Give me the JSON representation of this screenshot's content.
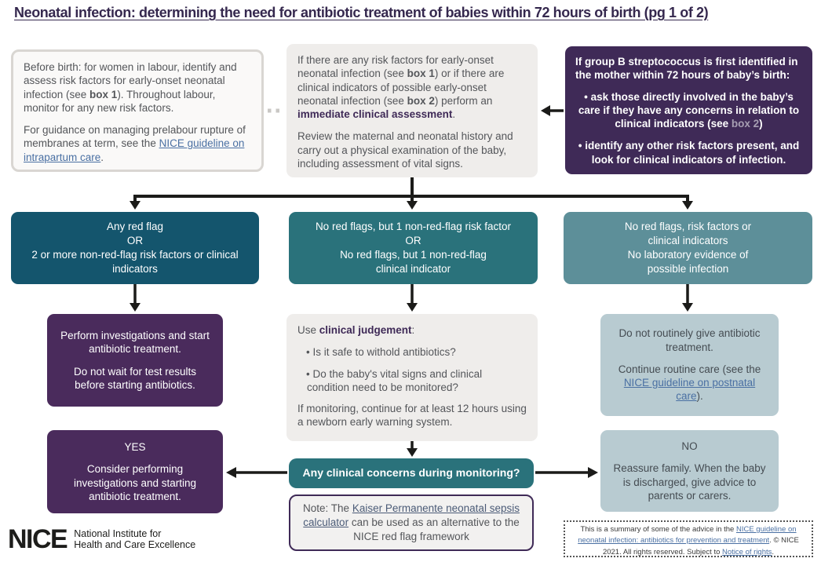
{
  "title": "Neonatal infection: determining the need for antibiotic treatment of babies within 72 hours of birth (pg 1 of 2)",
  "colors": {
    "title_purple": "#35284e",
    "dark_purple_box": "#3f2a57",
    "result_purple_box": "#4a2b5c",
    "dark_teal": "#14556d",
    "mid_teal": "#2a727b",
    "light_teal": "#5d8f99",
    "pale_blue": "#b8cbd1",
    "light_gray_box": "#efedeb",
    "link_blue": "#4a70a3",
    "arrow_black": "#1b1b19"
  },
  "boxes": {
    "before_birth": {
      "p1_pre": "Before birth: for women in labour, identify and assess risk factors for early-onset neonatal infection (see ",
      "p1_bold": "box 1",
      "p1_post": "). Throughout labour, monitor for any new risk factors.",
      "p2_pre": "For guidance on managing prelabour rupture of membranes at term, see the ",
      "p2_link": "NICE guideline on intrapartum care",
      "p2_post": "."
    },
    "assessment": {
      "p1_s1": "If there are any risk factors for early-onset neonatal infection (see ",
      "p1_b1": "box 1",
      "p1_s2": ") or if there are clinical indicators of possible early-onset neonatal infection (see ",
      "p1_b2": "box 2",
      "p1_s3": ") perform an ",
      "p1_accent": "immediate clinical assessment",
      "p1_s4": ".",
      "p2": "Review the maternal and neonatal history and carry out a physical examination of the baby, including assessment of vital signs."
    },
    "gbs": {
      "intro": "If group B streptococcus is first identified in the mother within 72 hours of baby’s birth:",
      "b1_pre": "• ask those directly involved in the baby’s care if they have any concerns in relation to clinical indicators (see ",
      "b1_muted": "box 2",
      "b1_post": ")",
      "b2": "• identify any other risk factors present, and look for clinical indicators of infection."
    },
    "red_flag": {
      "lines": [
        "Any red flag",
        "OR",
        "2 or more non-red-flag risk factors or clinical indicators"
      ]
    },
    "one_factor": {
      "lines": [
        "No red flags, but 1 non-red-flag risk factor",
        "OR",
        "No red flags, but 1 non-red-flag",
        "clinical indicator"
      ]
    },
    "no_flags": {
      "lines": [
        "No red flags, risk factors or",
        "clinical indicators",
        "No laboratory evidence of",
        "possible infection"
      ]
    },
    "perform": {
      "p1": "Perform investigations and start antibiotic treatment.",
      "p2": "Do not wait for test results before starting antibiotics."
    },
    "judgement": {
      "intro_pre": "Use ",
      "intro_accent": "clinical judgement",
      "intro_post": ":",
      "b1": "• Is it safe to withold antibiotics?",
      "b2": "• Do the baby's vital signs and clinical condition need to be monitored?",
      "p2": "If monitoring, continue for at least 12 hours using a newborn early warning system."
    },
    "routine": {
      "p1": "Do not routinely give antibiotic treatment.",
      "p2_pre": "Continue routine care (see the ",
      "p2_link": "NICE guideline on postnatal care",
      "p2_post": ")."
    },
    "yes": {
      "label": "YES",
      "body": "Consider performing investigations and starting antibiotic treatment."
    },
    "concerns": {
      "label": "Any clinical concerns during monitoring?"
    },
    "note": {
      "pre": "Note: The ",
      "link": "Kaiser Permanente neonatal sepsis calculator",
      "post": " can be used as an alternative to the NICE red flag framework"
    },
    "no": {
      "label": "NO",
      "body": "Reassure family. When the baby is discharged, give advice to parents or carers."
    }
  },
  "footer": {
    "logo": "NICE",
    "logo_line1": "National Institute for",
    "logo_line2": "Health and Care Excellence",
    "copyright_pre": "This is a summary of some of the advice in the ",
    "copyright_link1": "NICE guideline on neonatal infection: antibiotics for prevention and treatment",
    "copyright_mid": ". © NICE 2021. All rights reserved. Subject to ",
    "copyright_link2": "Notice of rights",
    "copyright_post": "."
  }
}
